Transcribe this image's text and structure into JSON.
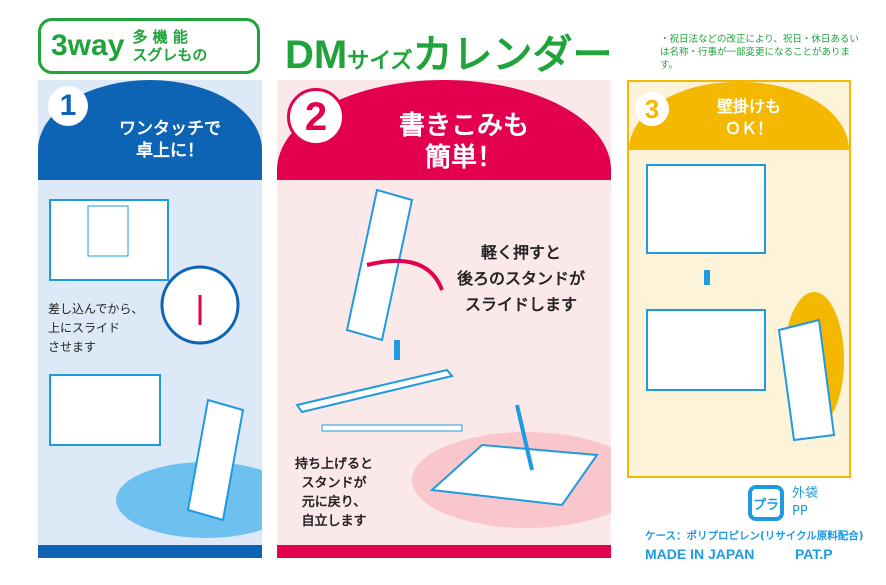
{
  "logo": {
    "big": "3way",
    "line1": "多 機 能",
    "line2": "スグレもの"
  },
  "title": {
    "main": "DM",
    "sub": "サイズ",
    "rest": "カレンダー"
  },
  "note": "・祝日法などの改正により、祝日・休日あるいは名称・行事が一部変更になることがあります。",
  "panels": [
    {
      "number": "1",
      "heading": [
        "ワンタッチで",
        "卓上に！"
      ],
      "caption": [
        "差し込んでから、",
        "上にスライド",
        "させます"
      ],
      "color": "#0d63b4",
      "bg": "#dde9f7"
    },
    {
      "number": "2",
      "heading": [
        "書きこみも",
        "簡単！"
      ],
      "caption1": [
        "軽く押すと",
        "後ろのスタンドが",
        "スライドします"
      ],
      "caption2": [
        "持ち上げると",
        "スタンドが",
        "元に戻り、",
        "自立します"
      ],
      "color": "#e3004f",
      "bg": "#fbe9ea"
    },
    {
      "number": "3",
      "heading": [
        "壁掛けも",
        "ＯＫ！"
      ],
      "color": "#f5b800",
      "bg": "#fdf3d8"
    }
  ],
  "recycle": {
    "mark": "プラ",
    "outer": "外袋",
    "material": "PP",
    "case": "ケース：ポリプロピレン(リサイクル原料配合)",
    "made": "MADE IN JAPAN",
    "patent": "PAT.P"
  }
}
